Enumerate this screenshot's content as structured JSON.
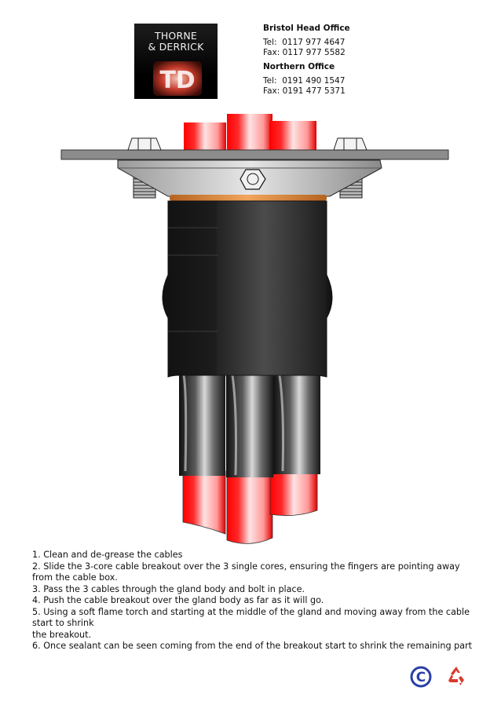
{
  "logo": {
    "line1": "THORNE",
    "line2": "& DERRICK",
    "mark": "TD"
  },
  "offices": [
    {
      "name": "Bristol Head Office",
      "tel": "Tel:  0117 977 4647",
      "fax": "Fax: 0117 977 5582"
    },
    {
      "name": "Northern Office",
      "tel": "Tel:  0191 490 1547",
      "fax": "Fax: 0191 477 5371"
    }
  ],
  "instructions": [
    "1. Clean and de-grease the cables",
    "2. Slide the 3-core cable breakout over the 3 single cores, ensuring the fingers are pointing away from the cable box.",
    "3. Pass the 3 cables through the gland body and bolt in place.",
    "4. Push the cable breakout over the gland body as far as it will go.",
    "5. Using a soft flame torch and starting at the middle of the gland and moving away from the cable start to shrink",
    "the breakout.",
    "6. Once sealant can be seen coming from the end of the breakout start to shrink the remaining part"
  ],
  "colors": {
    "cable_red": "#ff1a1a",
    "sleeve_black": "#1a1a1a",
    "plate_gray": "#8c8c8c",
    "copyright_blue": "#2a3fa8",
    "recycle_red": "#d93a2b"
  },
  "icons": [
    "copyright-icon",
    "recycle-icon"
  ]
}
